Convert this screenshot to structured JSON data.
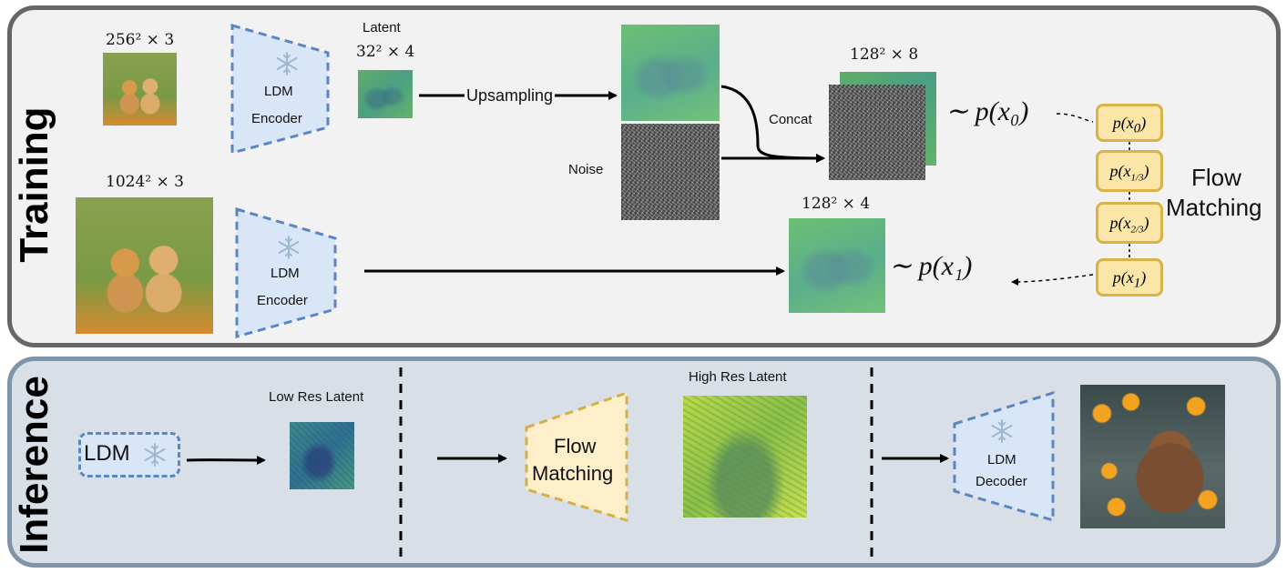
{
  "training": {
    "section_label": "Training",
    "small_dims": "256² × 3",
    "large_dims": "1024² × 3",
    "encoder_label_1": "LDM",
    "encoder_label_2": "Encoder",
    "latent_title": "Latent",
    "latent_dims": "32² × 4",
    "upsampling_label": "Upsampling",
    "noise_label": "Noise",
    "concat_label": "Concat",
    "concat_dims": "128² × 8",
    "target_dims": "128² × 4",
    "dist_x0": "∼ p(x₀)",
    "dist_x1": "∼ p(x₁)",
    "flow_matching_1": "Flow",
    "flow_matching_2": "Matching",
    "path": [
      {
        "base": "p(x",
        "sub": "0",
        "close": ")"
      },
      {
        "base": "p(x",
        "sub": "1/3",
        "close": ")"
      },
      {
        "base": "p(x",
        "sub": "2/3",
        "close": ")"
      },
      {
        "base": "p(x",
        "sub": "1",
        "close": ")"
      }
    ]
  },
  "inference": {
    "section_label": "Inference",
    "ldm_label": "LDM",
    "low_res_label": "Low Res Latent",
    "flow_label_1": "Flow",
    "flow_label_2": "Matching",
    "high_res_label": "High Res Latent",
    "decoder_label_1": "LDM",
    "decoder_label_2": "Decoder"
  },
  "colors": {
    "training_border": "#666666",
    "inference_border": "#7f94a6",
    "encoder_fill": "#d8e6f7",
    "encoder_stroke": "#5b86c0",
    "flow_fill": "#fcefc9",
    "flow_stroke": "#d4b04a"
  },
  "icons": [
    "snowflake-icon",
    "arrow-icon"
  ]
}
